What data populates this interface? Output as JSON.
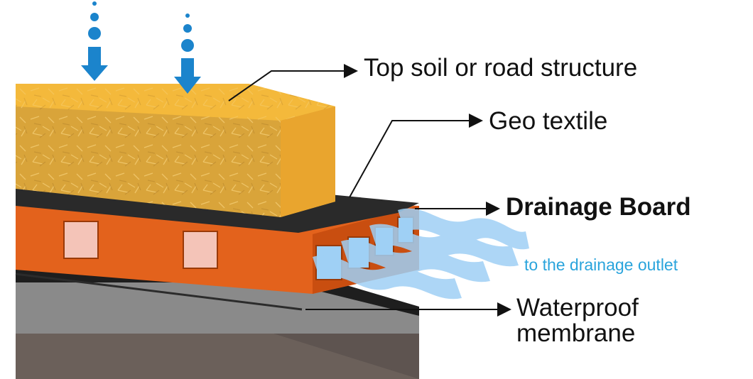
{
  "labels": {
    "top_soil": "Top soil or road structure",
    "geo_textile": "Geo textile",
    "drainage_board": "Drainage Board",
    "drainage_outlet": "to the drainage outlet",
    "waterproof_line1": "Waterproof",
    "waterproof_line2": "membrane"
  },
  "colors": {
    "soil_front": "#d9a43a",
    "soil_top": "#f4b93b",
    "soil_side": "#e9a52e",
    "geotextile": "#2a2a2a",
    "drainage_board": "#e3621c",
    "drainage_board_dark": "#c94e10",
    "membrane": "#1e1e1e",
    "concrete_top": "#8a8a8a",
    "concrete_side": "#5e5450",
    "water": "#9fd0f5",
    "rain_arrow": "#1b84cc",
    "outlet_text": "#2aa4dc"
  },
  "icons": [
    "rain-arrow-icon",
    "rain-arrow-icon",
    "water-flow-icon"
  ]
}
